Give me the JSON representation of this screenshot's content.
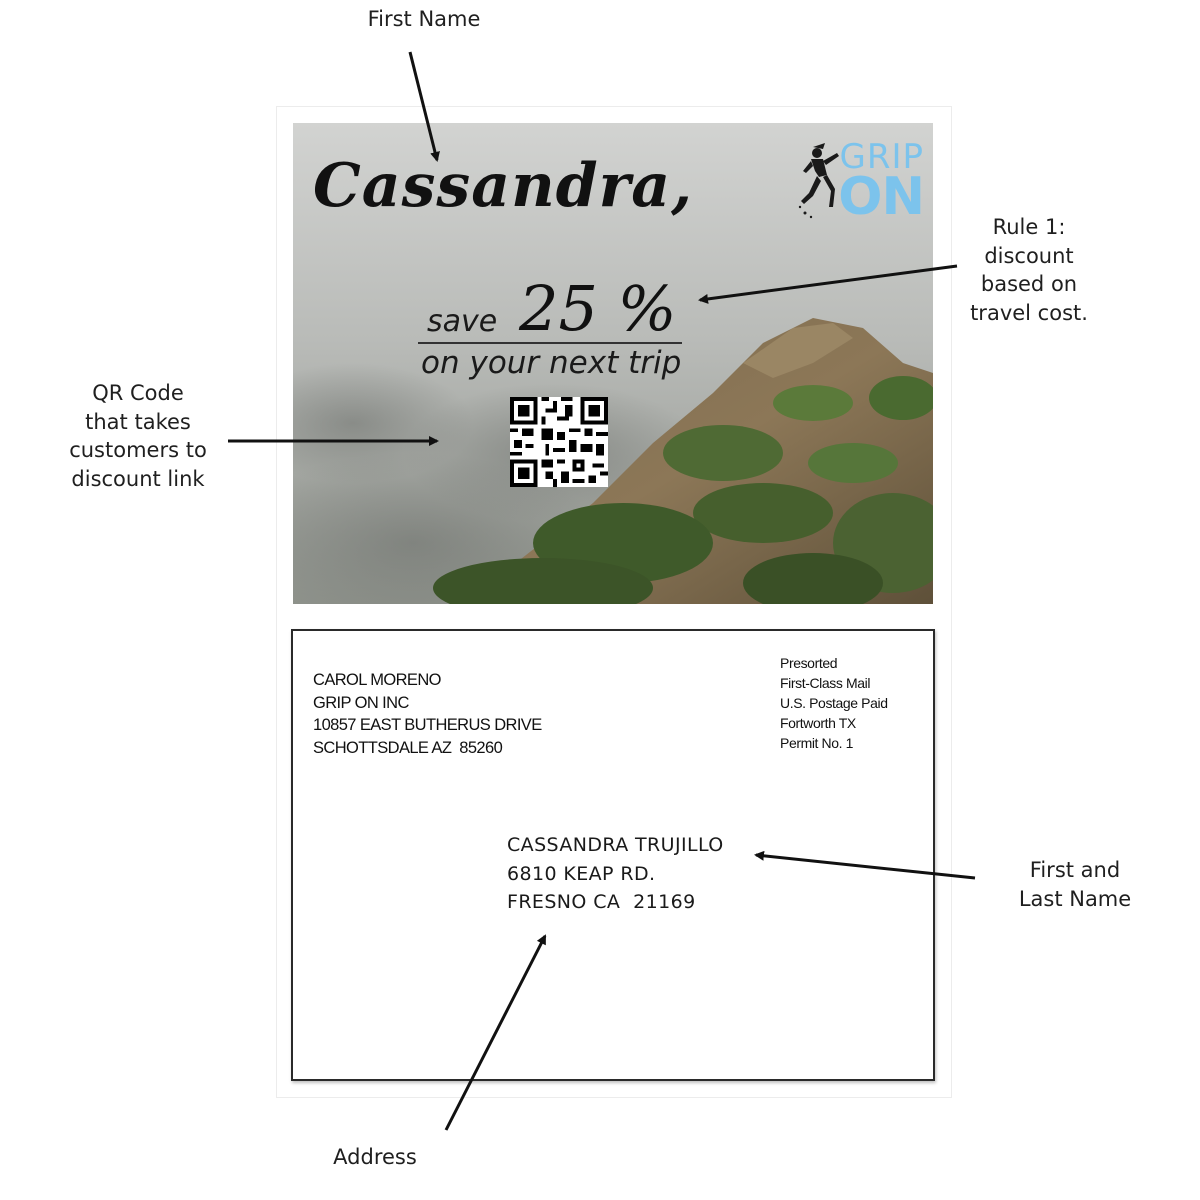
{
  "callouts": {
    "first_name": "First Name",
    "rule1": "Rule 1:\ndiscount\nbased on\ntravel cost.",
    "qr": "QR Code\nthat takes\ncustomers to\ndiscount link",
    "first_last": "First and\nLast Name",
    "address": "Address"
  },
  "front": {
    "greeting": "Cassandra,",
    "save_word": "save",
    "save_value": "25 %",
    "subline": "on your next trip",
    "logo": {
      "line1": "GRIP",
      "line2": "ON",
      "color": "#7cc3ec"
    }
  },
  "mailer": {
    "sender": [
      "CAROL MORENO",
      "GRIP ON INC",
      "10857 EAST BUTHERUS DRIVE",
      "SCHOTTSDALE AZ  85260"
    ],
    "postage": [
      "Presorted",
      "First-Class Mail",
      "U.S. Postage Paid",
      "Fortworth TX",
      "Permit No. 1"
    ],
    "recipient": [
      "CASSANDRA TRUJILLO",
      "6810 KEAP RD.",
      "FRESNO CA  21169"
    ]
  }
}
